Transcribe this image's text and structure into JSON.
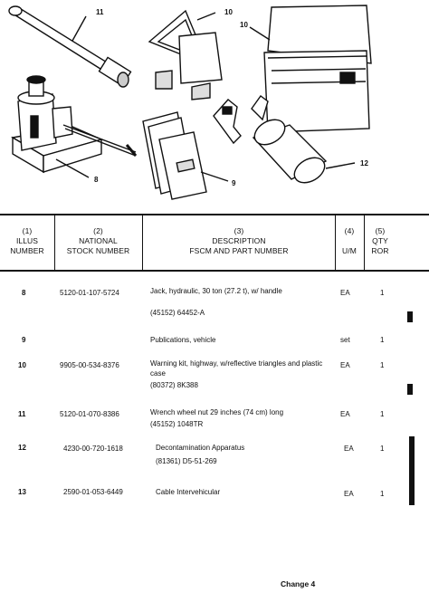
{
  "callouts": {
    "c8": "8",
    "c9": "9",
    "c10": "10",
    "c11": "11",
    "c12": "12"
  },
  "table": {
    "headers": {
      "illus": [
        "(1)",
        "ILLUS",
        "NUMBER"
      ],
      "nsn": [
        "(2)",
        "NATIONAL",
        "STOCK NUMBER"
      ],
      "desc": [
        "(3)",
        "DESCRIPTION",
        "FSCM AND PART NUMBER"
      ],
      "um": [
        "(4)",
        "U/M"
      ],
      "qty": [
        "(5)",
        "QTY",
        "ROR"
      ]
    },
    "rows": [
      {
        "illus": "8",
        "nsn": "5120-01-107-5724",
        "desc1": "Jack, hydraulic, 30 ton (27.2 t), w/ handle",
        "desc2": "(45152) 64452-A",
        "um": "EA",
        "qty": "1"
      },
      {
        "illus": "9",
        "nsn": "",
        "desc1": "Publications, vehicle",
        "desc2": "",
        "um": "set",
        "qty": "1"
      },
      {
        "illus": "10",
        "nsn": "9905-00-534-8376",
        "desc1": "Warning kit, highway, w/reflective triangles and plastic case",
        "desc2": "(80372) 8K388",
        "um": "EA",
        "qty": "1"
      },
      {
        "illus": "11",
        "nsn": "5120-01-070-8386",
        "desc1": "Wrench wheel nut 29 inches (74 cm) long",
        "desc2": "(45152) 1048TR",
        "um": "EA",
        "qty": "1"
      },
      {
        "illus": "12",
        "nsn": "4230-00-720-1618",
        "desc1": "Decontamination Apparatus",
        "desc2": "(81361)  D5-51-269",
        "um": "EA",
        "qty": "1"
      },
      {
        "illus": "13",
        "nsn": "2590-01-053-6449",
        "desc1": "Cable Intervehicular",
        "desc2": "",
        "um": "EA",
        "qty": "1"
      }
    ]
  },
  "footer": {
    "change": "Change 4"
  }
}
